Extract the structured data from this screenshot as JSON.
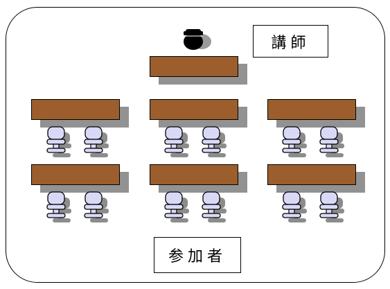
{
  "labels": {
    "lecturer": "講師",
    "participants": "参加者"
  },
  "colors": {
    "desk": "#9b5e2c",
    "desk_shadow": "#929292",
    "chair": "#d9d9f7",
    "chair_shadow": "#8c8c8c",
    "lecturer": "#000000"
  },
  "layout": {
    "participant_desk_groups": 6,
    "chairs_per_desk": 2
  }
}
